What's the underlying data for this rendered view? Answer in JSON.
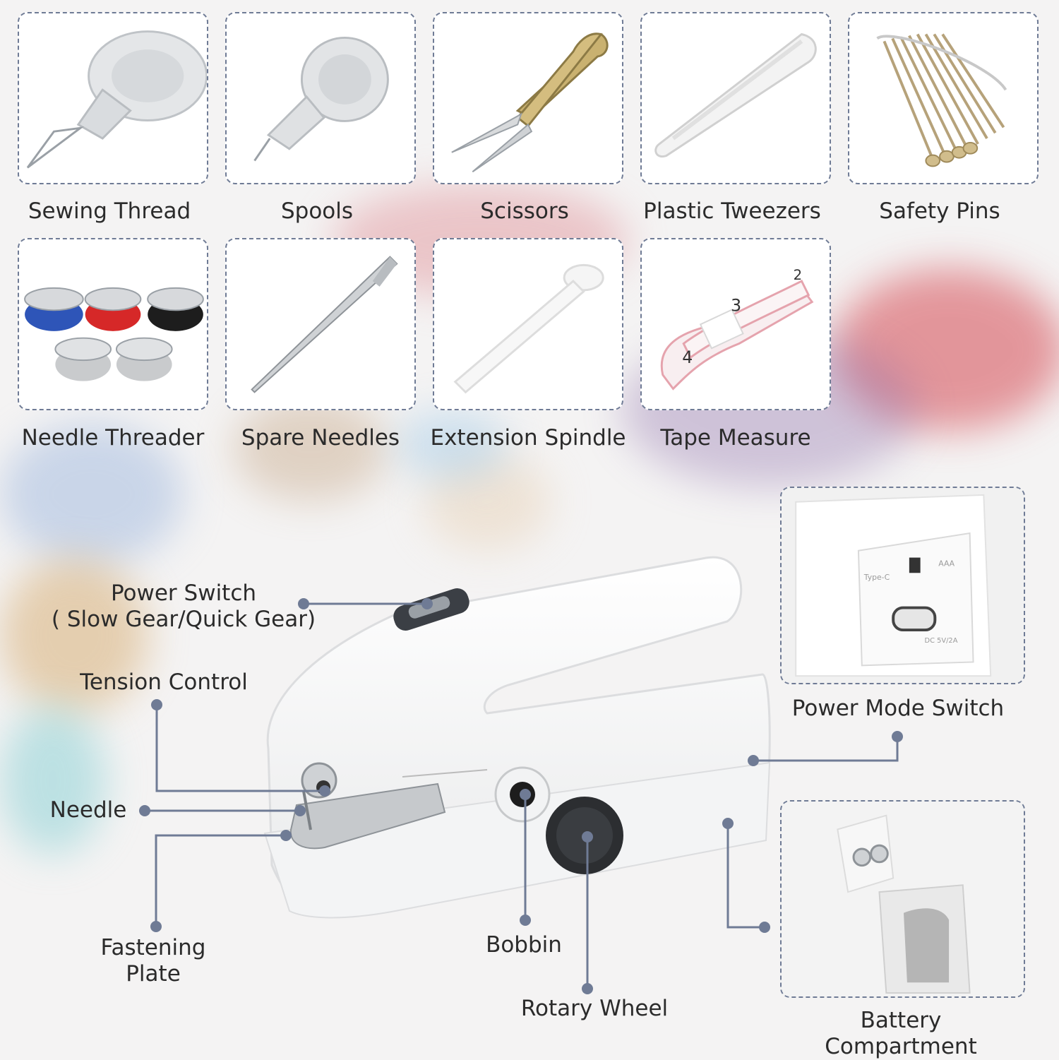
{
  "accessories": [
    {
      "label": "Sewing Thread",
      "icon": "needle-threader-disc-icon"
    },
    {
      "label": "Spools",
      "icon": "threader-disc-icon"
    },
    {
      "label": "Scissors",
      "icon": "thread-snips-icon"
    },
    {
      "label": "Plastic Tweezers",
      "icon": "tweezers-icon"
    },
    {
      "label": "Safety Pins",
      "icon": "safety-pins-icon"
    },
    {
      "label": "Needle Threader",
      "icon": "bobbins-icon"
    },
    {
      "label": "Spare Needles",
      "icon": "needle-icon"
    },
    {
      "label": "Extension Spindle",
      "icon": "spindle-icon"
    },
    {
      "label": "Tape Measure",
      "icon": "tape-measure-icon"
    }
  ],
  "annotations": {
    "power_switch_line1": "Power Switch",
    "power_switch_line2": "( Slow Gear/Quick Gear)",
    "tension_control": "Tension Control",
    "needle": "Needle",
    "fastening_plate_line1": "Fastening",
    "fastening_plate_line2": "Plate",
    "bobbin": "Bobbin",
    "rotary_wheel": "Rotary Wheel",
    "power_mode_switch": "Power Mode Switch",
    "battery_compartment": "Battery Compartment"
  },
  "power_mode_markings": {
    "left": "Type-C",
    "right": "AAA",
    "bottom": "DC 5V/2A"
  },
  "tape_numbers": [
    "3",
    "4",
    "2"
  ],
  "colors": {
    "leader": "#6f7b95",
    "text": "#2b2b2b",
    "border": "#6f7b95"
  }
}
